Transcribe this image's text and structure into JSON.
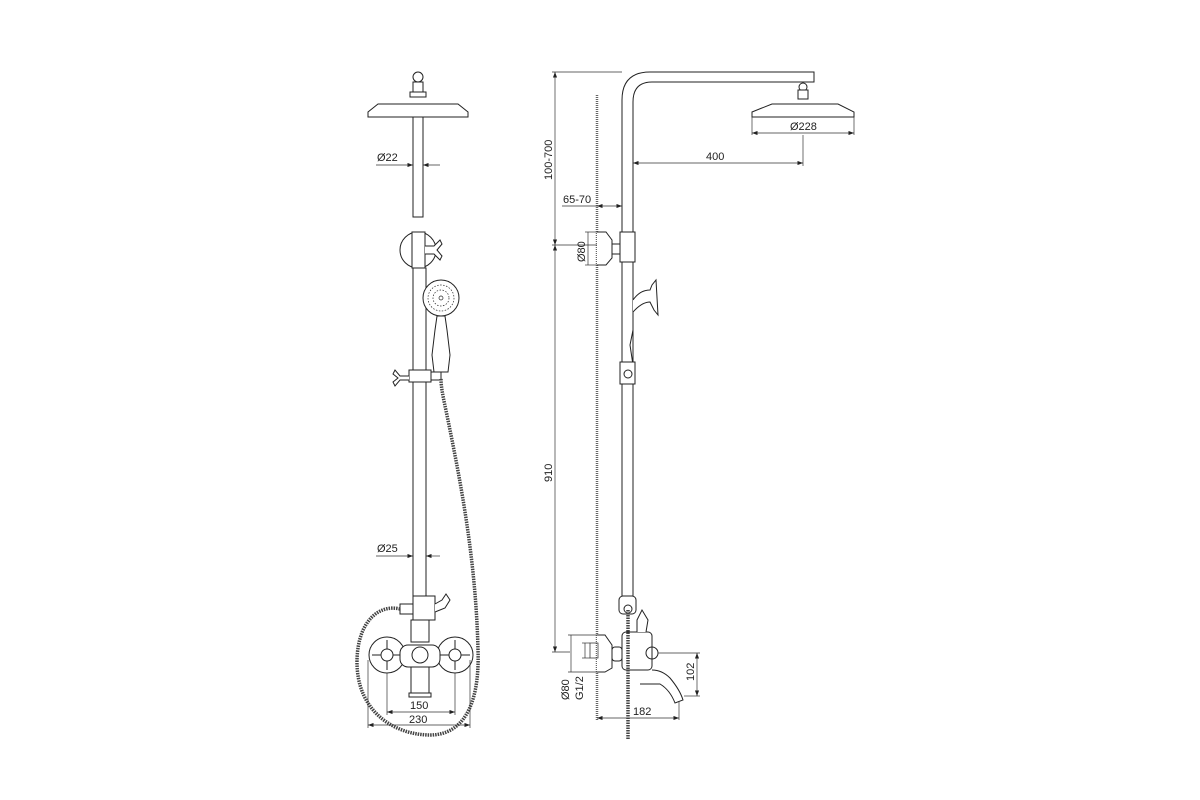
{
  "front_view": {
    "pipe_top_diameter": "Ø22",
    "pipe_bottom_diameter": "Ø25",
    "handle_spacing": "150",
    "mixer_width": "230"
  },
  "side_view": {
    "height_adjust": "100-700",
    "wall_offset": "65-70",
    "bracket_diameter": "Ø80",
    "arm_reach": "400",
    "head_diameter": "Ø228",
    "pipe_height": "910",
    "mixer_flange_diameter": "Ø80",
    "thread": "G1/2",
    "spout_reach": "182",
    "spout_height": "102"
  }
}
